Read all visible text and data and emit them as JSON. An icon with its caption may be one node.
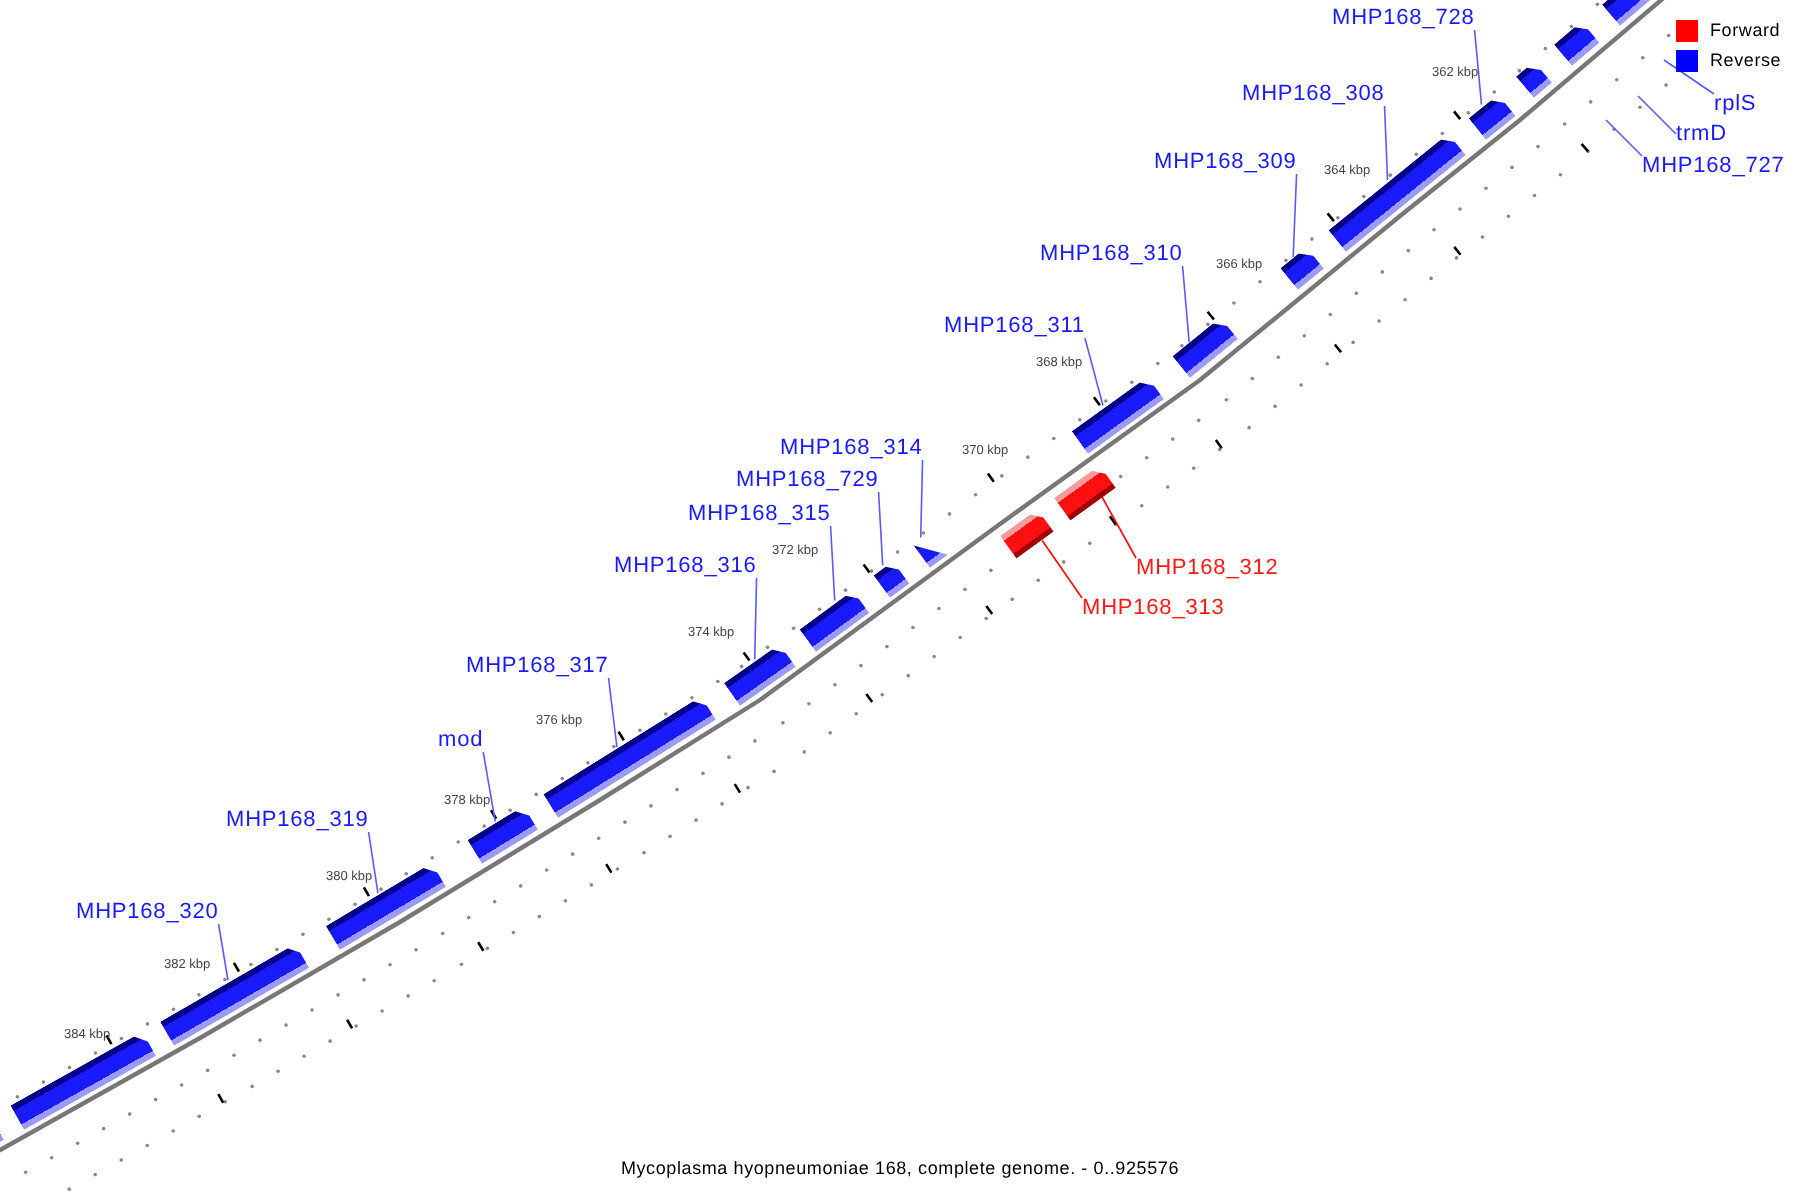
{
  "diagram": {
    "caption": "Mycoplasma hyopneumoniae 168, complete genome. - 0..925576",
    "nodes": [
      {
        "text": [
          "MHP168_728"
        ]
      },
      {
        "text": [
          "rplS"
        ]
      },
      {
        "text": [
          "MHP168_308"
        ]
      },
      {
        "text": [
          "trmD"
        ]
      },
      {
        "text": [
          "MHP168_727"
        ]
      },
      {
        "text": [
          "MHP168_309"
        ]
      },
      {
        "text": [
          "MHP168_310"
        ]
      },
      {
        "text": [
          "MHP168_311"
        ]
      },
      {
        "text": [
          "MHP168_314"
        ]
      },
      {
        "text": [
          "MHP168_729"
        ]
      },
      {
        "text": [
          "MHP168_315"
        ]
      },
      {
        "text": [
          "MHP168_312"
        ]
      },
      {
        "text": [
          "MHP168_316"
        ]
      },
      {
        "text": [
          "MHP168_313"
        ]
      },
      {
        "text": [
          "MHP168_317"
        ]
      },
      {
        "text": [
          "mod"
        ]
      },
      {
        "text": [
          "MHP168_319"
        ]
      },
      {
        "text": [
          "MHP168_320"
        ]
      },
      {
        "text": [],
        "shape": "bar"
      },
      {
        "text": [],
        "shape": "bar"
      },
      {
        "text": [],
        "shape": "bar"
      },
      {
        "text": [],
        "shape": "bar"
      },
      {
        "text": [],
        "shape": "bar"
      },
      {
        "text": [],
        "shape": "bar"
      },
      {
        "text": [],
        "shape": "bar"
      },
      {
        "text": [],
        "shape": "bar"
      },
      {
        "text": [],
        "shape": "bar"
      },
      {
        "text": [],
        "shape": "bar"
      },
      {
        "text": [],
        "shape": "bar"
      },
      {
        "text": [],
        "shape": "bar"
      },
      {
        "text": [],
        "shape": "bar"
      },
      {
        "text": [],
        "shape": "bar"
      },
      {
        "text": [],
        "shape": "bar"
      },
      {
        "text": [],
        "shape": "bar"
      },
      {
        "text": [],
        "shape": "bar"
      },
      {
        "text": [],
        "shape": "bar"
      },
      {
        "text": [],
        "shape": "bar"
      },
      {
        "text": [],
        "shape": "bar"
      }
    ],
    "edges": [
      {
        "from": 0,
        "to": 21,
        "arrow": "none"
      },
      {
        "from": 1,
        "to": null,
        "arrow": "none"
      },
      {
        "from": 2,
        "to": 22,
        "arrow": "none"
      },
      {
        "from": 3,
        "to": null,
        "arrow": "none"
      },
      {
        "from": 4,
        "to": null,
        "arrow": "none"
      },
      {
        "from": 5,
        "to": 23,
        "arrow": "none"
      },
      {
        "from": 6,
        "to": 24,
        "arrow": "none"
      },
      {
        "from": 7,
        "to": 25,
        "arrow": "none"
      },
      {
        "from": 8,
        "to": 28,
        "arrow": "none"
      },
      {
        "from": 9,
        "to": 29,
        "arrow": "none"
      },
      {
        "from": 10,
        "to": 30,
        "arrow": "none"
      },
      {
        "from": 11,
        "to": 26,
        "arrow": "none",
        "color": "#ff0000"
      },
      {
        "from": 12,
        "to": 31,
        "arrow": "none"
      },
      {
        "from": 13,
        "to": 27,
        "arrow": "none",
        "color": "#ff0000"
      },
      {
        "from": 14,
        "to": 32,
        "arrow": "none"
      },
      {
        "from": 15,
        "to": 33,
        "arrow": "none"
      },
      {
        "from": 16,
        "to": 34,
        "arrow": "none"
      },
      {
        "from": 17,
        "to": 35,
        "arrow": "none"
      }
    ],
    "labels": [
      "362 kbp",
      "364 kbp",
      "366 kbp",
      "368 kbp",
      "370 kbp",
      "372 kbp",
      "374 kbp",
      "376 kbp",
      "378 kbp",
      "380 kbp",
      "382 kbp",
      "384 kbp"
    ],
    "legend": [
      {
        "text": "Forward",
        "color": "#ff0000"
      },
      {
        "text": "Reverse",
        "color": "#0000ff"
      }
    ]
  }
}
